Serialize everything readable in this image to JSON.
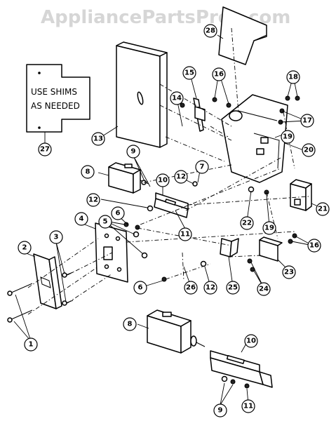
{
  "watermark": "AppliancePartsPros.com",
  "shim_note": [
    "USE SHIMS",
    "AS NEEDED"
  ],
  "callouts": [
    "1",
    "2",
    "3",
    "4",
    "5",
    "6",
    "7",
    "8",
    "9",
    "10",
    "11",
    "12",
    "13",
    "14",
    "15",
    "16",
    "17",
    "18",
    "19",
    "20",
    "21",
    "22",
    "23",
    "24",
    "25",
    "26",
    "27",
    "28"
  ]
}
